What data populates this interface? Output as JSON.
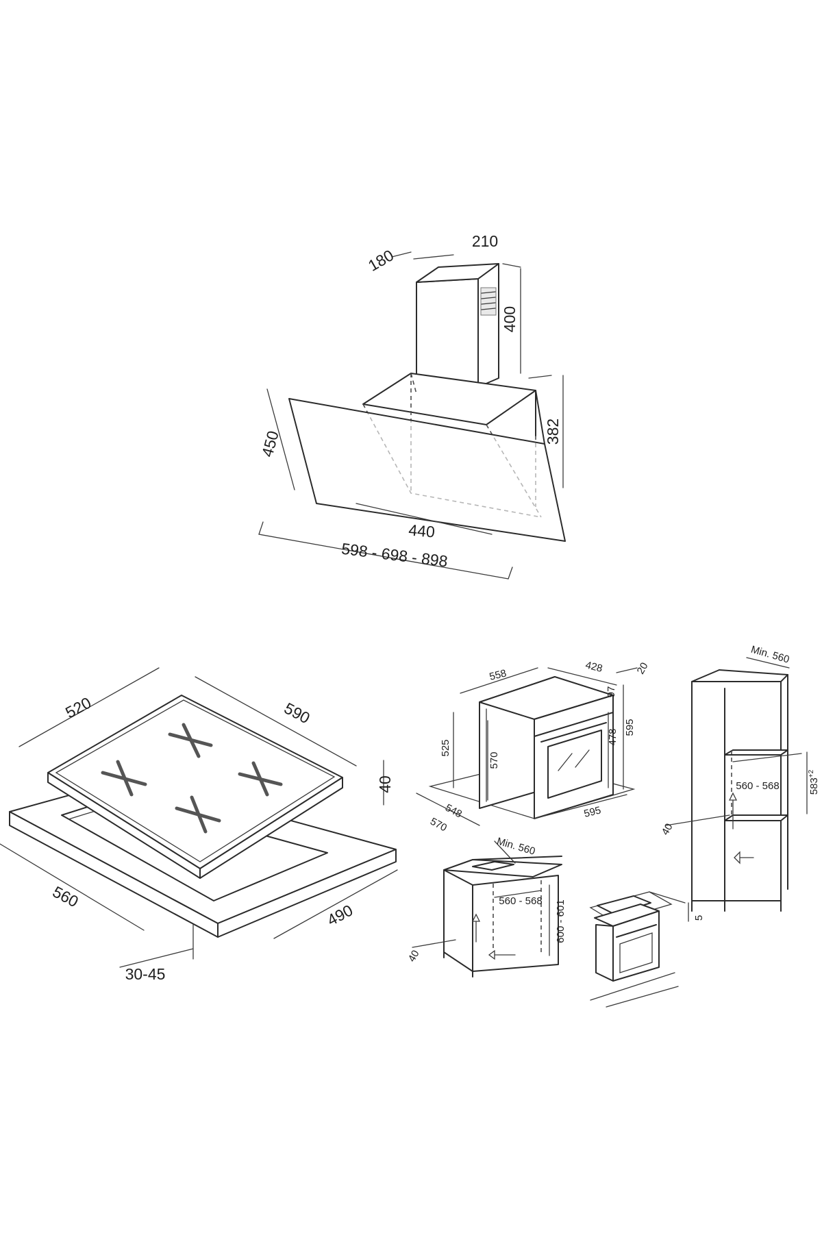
{
  "hood": {
    "depth_top": "180",
    "width_top": "210",
    "chimney_height": "400",
    "glass_height": "450",
    "body_height": "382",
    "inner_width": "440",
    "overall_width": "598 - 698 - 898"
  },
  "hob": {
    "depth": "520",
    "width": "590",
    "thickness": "40",
    "cutout_depth": "560",
    "cutout_width": "490",
    "worktop": "30-45"
  },
  "oven": {
    "top_depth": "558",
    "top_inner": "428",
    "top_lip": "20",
    "lip_height": "97",
    "height": "595",
    "inner_height": "478",
    "side_height": "525",
    "door_height": "570",
    "base_depth": "548",
    "base_depth_outer": "570",
    "width": "595"
  },
  "tall_cabinet": {
    "min_depth": "Min. 560",
    "niche_width": "560 - 568",
    "niche_height": "583",
    "niche_tolerance": "+2",
    "vent_gap": "40"
  },
  "under_counter": {
    "min_depth": "Min. 560",
    "niche_width": "560 - 568",
    "niche_height": "600 - 601",
    "vent_gap": "40"
  },
  "hob_over_oven": {
    "gap": "5"
  }
}
